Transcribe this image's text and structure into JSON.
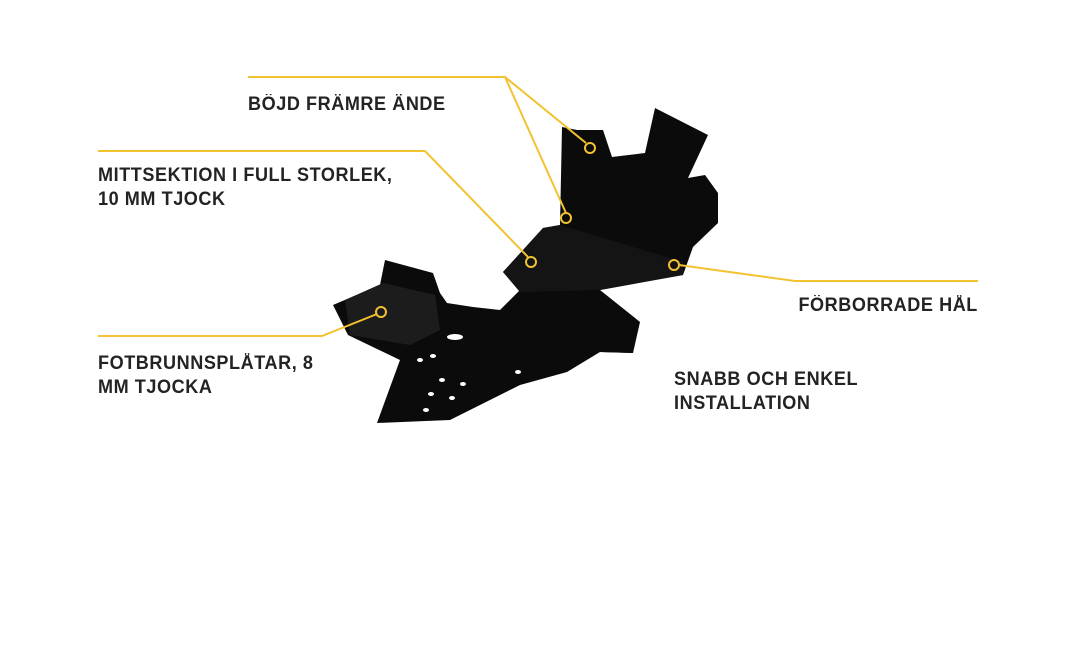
{
  "colors": {
    "accent": "#f2c230",
    "text": "#232323",
    "product": "#0b0b0b"
  },
  "callouts": {
    "bent_front": {
      "lines": [
        "BÖJD FRÄMRE ÄNDE"
      ]
    },
    "mid_section": {
      "lines": [
        "MITTSEKTION I FULL STORLEK,",
        "10 MM TJOCK"
      ]
    },
    "predrilled": {
      "lines": [
        "FÖRBORRADE HÅL"
      ]
    },
    "footwell": {
      "lines": [
        "FOTBRUNNSPLÅTAR, 8",
        "MM TJOCKA"
      ]
    },
    "install": {
      "lines": [
        "SNABB OCH ENKEL",
        "INSTALLATION"
      ]
    }
  }
}
